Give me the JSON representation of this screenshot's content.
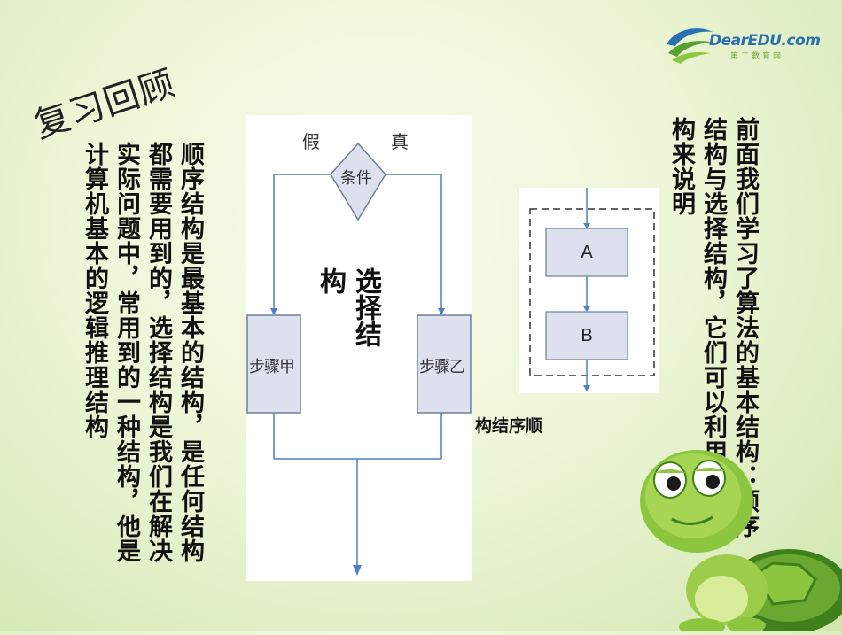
{
  "logo": {
    "brand": "DearEDU.com",
    "sub": "第二教育网"
  },
  "slide": {
    "title": "复习回顾",
    "left_paragraph": "顺序结构是最基本的结构，是任何结构都需要用到的，选择结构是我们在解决实际问题中，常用到的一种结构，他是计算机基本的逻辑推理结构",
    "right_paragraph": "前面我们学习了算法的基本结构：顺序结构与选择结构，它们可以利用框架结构来说明"
  },
  "selection_chart": {
    "false_label": "假",
    "true_label": "真",
    "condition": "条件",
    "step_a": "步骤甲",
    "step_b": "步骤乙",
    "caption_col1": "选择结",
    "caption_col2": "构"
  },
  "sequence_chart": {
    "box_a": "A",
    "box_b": "B",
    "caption": "构结序顺"
  },
  "colors": {
    "line": "#4f7fc0",
    "box_fill": "#dde1ee",
    "box_stroke": "#6b7f9e",
    "brand_blue": "#2b6fb3",
    "brand_green": "#5aa02c"
  }
}
